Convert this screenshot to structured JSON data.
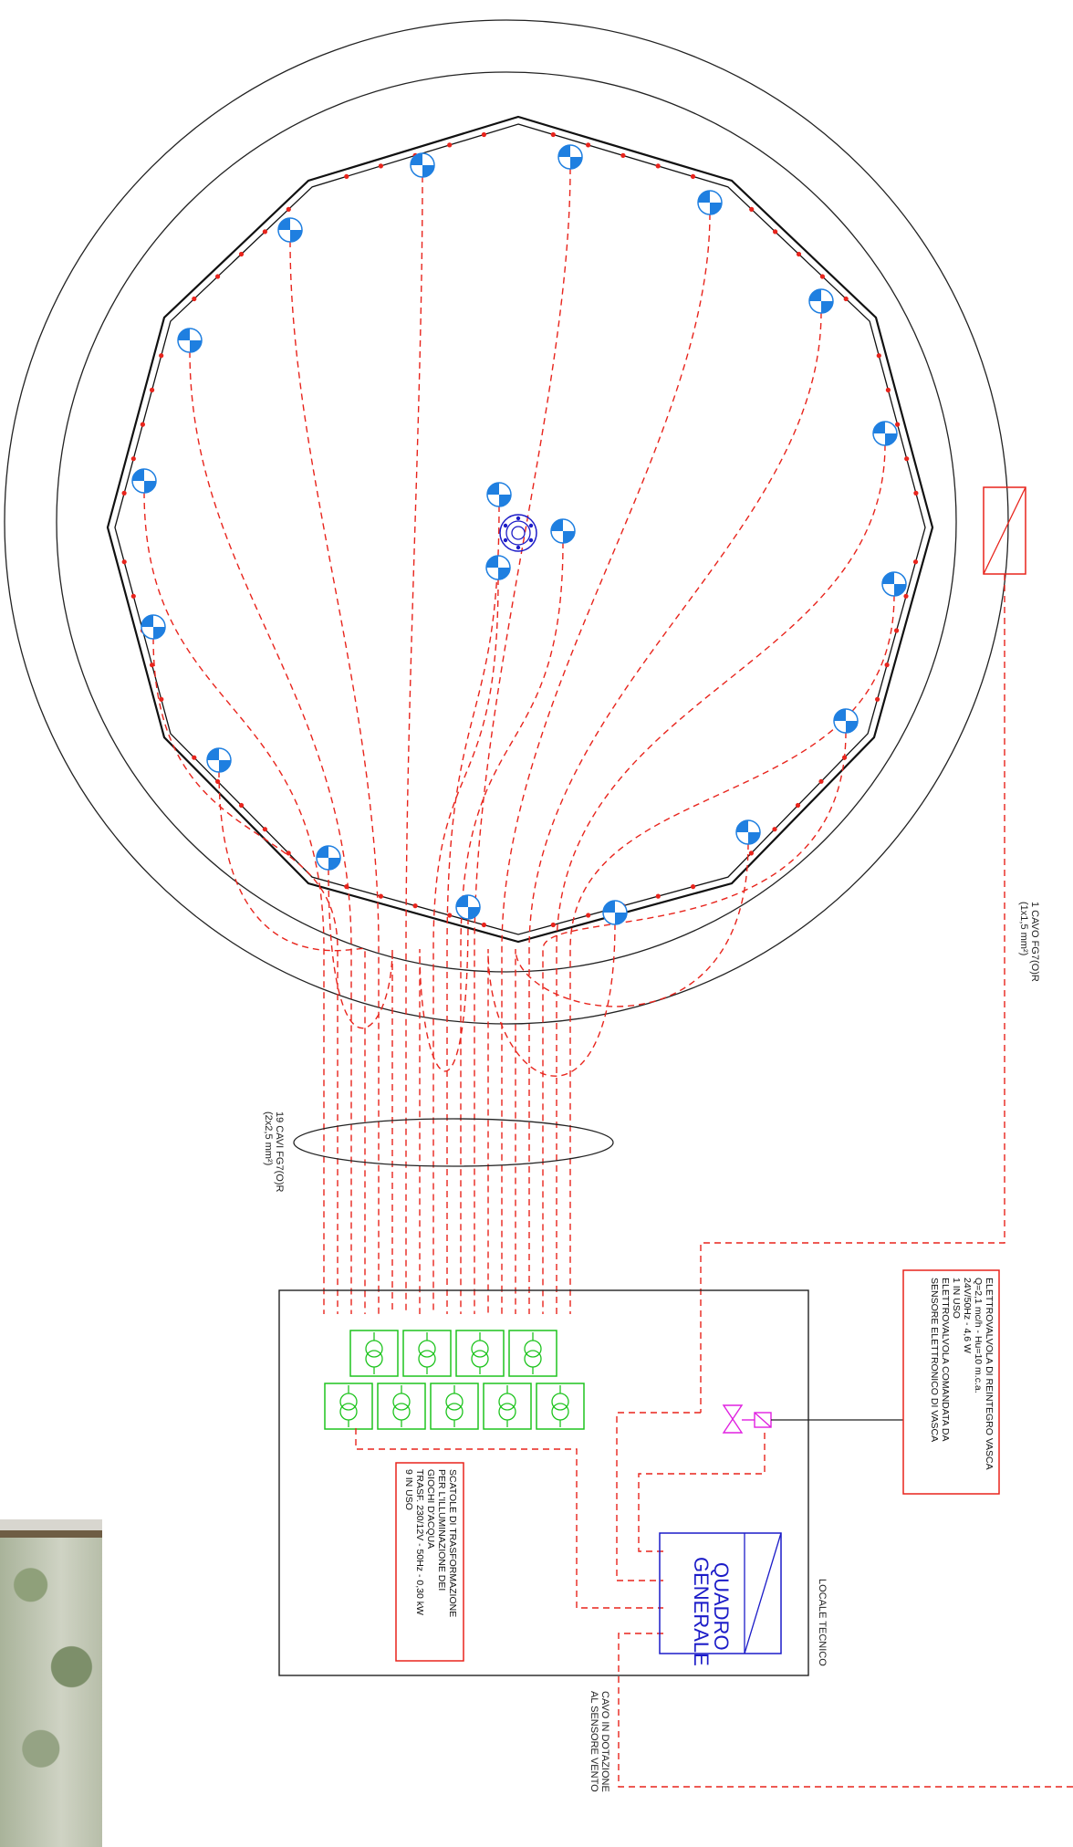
{
  "labels": {
    "cavo_1": "1 CAVO FG7(O)R",
    "cavo_1_size": "(1x1,5 mm²)",
    "cavi_19": "19 CAVI FG7(O)R",
    "cavi_19_size": "(2x2,5 mm²)",
    "elettrovalvola": [
      "ELETTROVALVOLA DI REINTEGRO VASCA",
      "Q=2,1 mc/h - Hu=10 m.c.a.",
      "24V/50Hz - 4,6 W",
      "1 IN USO",
      "ELETTROVALVOLA COMANDATA DA",
      "SENSORE ELETTRONICO DI VASCA"
    ],
    "scatole": [
      "SCATOLE DI TRASFORMAZIONE",
      "PER L'ILLUMINAZIONE DEI",
      "GIOCHI D'ACQUA",
      "TRASF. 230/12V - 50Hz - 0,30 kW",
      "9 IN USO"
    ],
    "quadro": [
      "QUADRO",
      "GENERALE"
    ],
    "locale_tecnico": "LOCALE TECNICO",
    "cavo_sensore": [
      "CAVO IN DOTAZIONE",
      "AL SENSORE VENTO"
    ]
  },
  "colors": {
    "cable": "#e8241c",
    "light": "#1f7fe0",
    "transformer": "#1fc41f",
    "valve": "#e020e0",
    "quadro": "#1c1cc8",
    "label_box": "#e8241c"
  },
  "icons": [
    "light-fixture-icon",
    "nozzle-icon",
    "transformer-icon",
    "valve-icon"
  ]
}
